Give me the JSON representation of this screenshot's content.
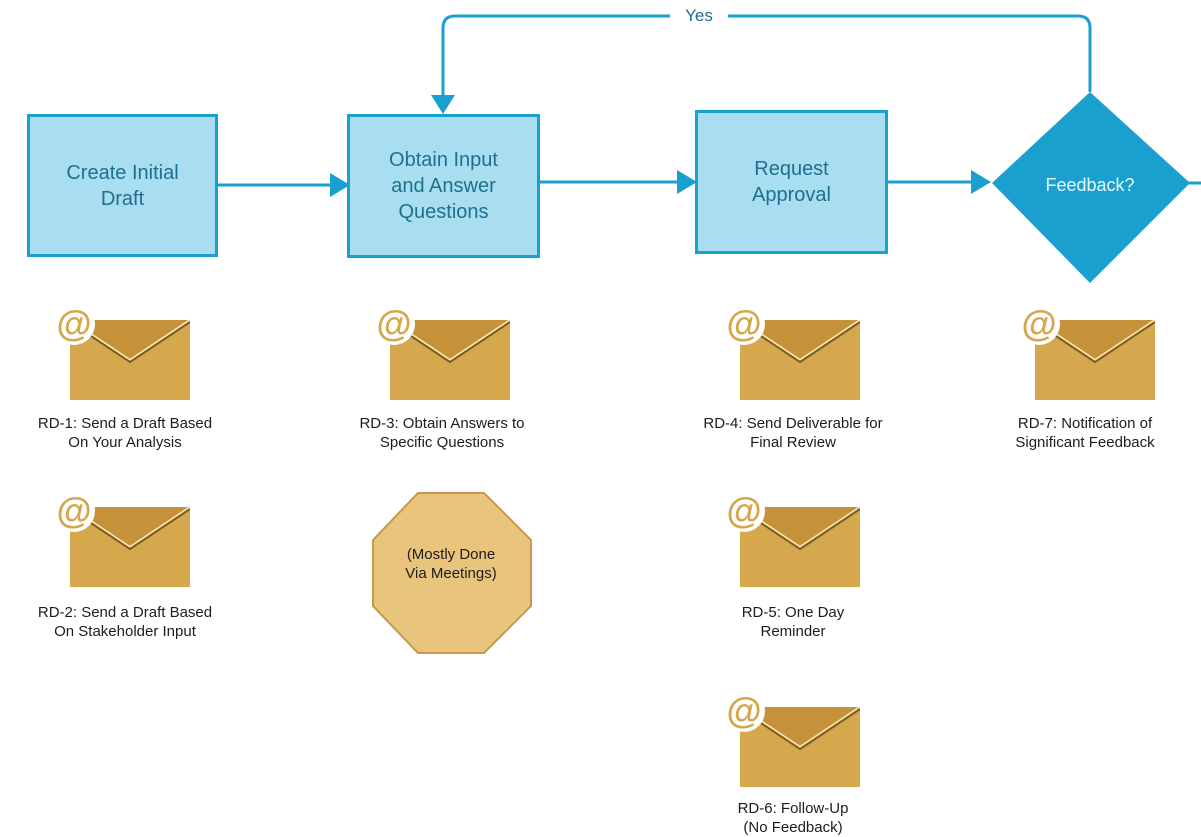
{
  "colors": {
    "accent": "#1aa0cf",
    "box_fill": "#a9def0",
    "decision_fill": "#1aa0cf",
    "envelope": "#d6a84d",
    "octagon": "#e9c47c"
  },
  "flow": {
    "yes_label": "Yes",
    "steps": [
      {
        "label": "Create Initial\nDraft"
      },
      {
        "label": "Obtain Input\nand Answer\nQuestions"
      },
      {
        "label": "Request\nApproval"
      }
    ],
    "decision": {
      "label": "Feedback?"
    }
  },
  "emails": [
    {
      "icon": "email-icon",
      "caption": "RD-1: Send a Draft Based\nOn Your Analysis"
    },
    {
      "icon": "email-icon",
      "caption": "RD-2: Send a Draft Based\nOn Stakeholder Input"
    },
    {
      "icon": "email-icon",
      "caption": "RD-3: Obtain Answers to\nSpecific Questions"
    },
    {
      "icon": "email-icon",
      "caption": "RD-4: Send Deliverable for\nFinal Review"
    },
    {
      "icon": "email-icon",
      "caption": "RD-5: One Day\nReminder"
    },
    {
      "icon": "email-icon",
      "caption": "RD-6: Follow-Up\n(No Feedback)"
    },
    {
      "icon": "email-icon",
      "caption": "RD-7: Notification of\nSignificant Feedback"
    }
  ],
  "note": {
    "label": "(Mostly Done\nVia Meetings)"
  }
}
